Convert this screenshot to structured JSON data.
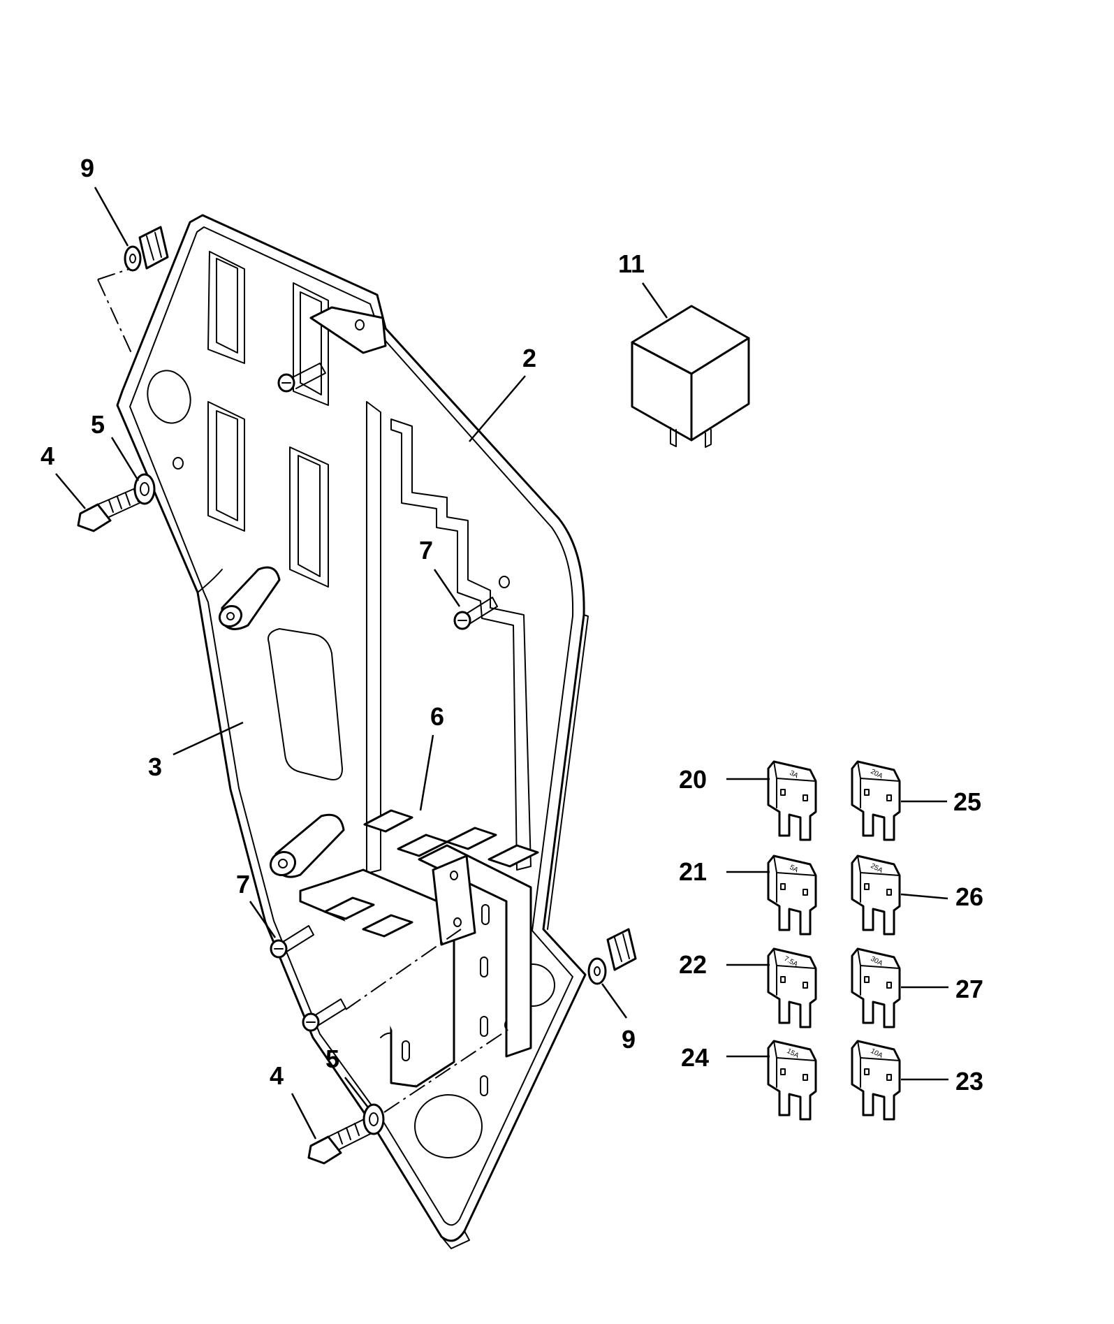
{
  "callouts": {
    "c9_top": "9",
    "c11": "11",
    "c2": "2",
    "c5_top": "5",
    "c4_top": "4",
    "c7_top": "7",
    "c6": "6",
    "c3": "3",
    "c7_bottom": "7",
    "c9_bottom": "9",
    "c5_bottom": "5",
    "c4_bottom": "4",
    "c20": "20",
    "c25": "25",
    "c21": "21",
    "c26": "26",
    "c22": "22",
    "c27": "27",
    "c24": "24",
    "c23": "23"
  },
  "fuses": [
    {
      "rating": "3A"
    },
    {
      "rating": "20A"
    },
    {
      "rating": "5A"
    },
    {
      "rating": "25A"
    },
    {
      "rating": "7.5A"
    },
    {
      "rating": "30A"
    },
    {
      "rating": "15A"
    },
    {
      "rating": "10A"
    }
  ]
}
